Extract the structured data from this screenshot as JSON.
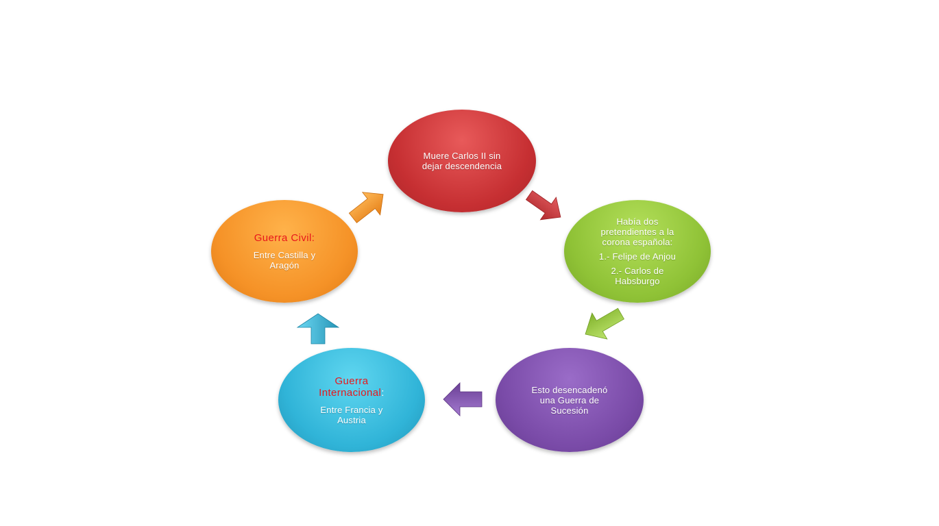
{
  "diagram": {
    "nodes": [
      {
        "id": "node-1",
        "title": "",
        "lines": [
          "Muere Carlos II sin",
          "dejar descendencia"
        ],
        "color": "#c62f32"
      },
      {
        "id": "node-2",
        "title": "",
        "lines": [
          "Había dos",
          "pretendientes a la",
          "corona española:",
          "",
          "1.- Felipe de Anjou",
          "",
          "2.- Carlos de",
          "Habsburgo"
        ],
        "color": "#8fc236"
      },
      {
        "id": "node-3",
        "title": "",
        "lines": [
          "Esto desencadenó",
          "una Guerra de",
          "Sucesión"
        ],
        "color": "#7a4ba8"
      },
      {
        "id": "node-4",
        "title_lines": [
          "Guerra",
          "Internacional"
        ],
        "title_suffix": ":",
        "lines": [
          "Entre Francia y",
          "Austria"
        ],
        "color": "#30b4d8"
      },
      {
        "id": "node-5",
        "title_lines": [
          "Guerra Civil:"
        ],
        "title_suffix": "",
        "lines": [
          "Entre Castilla y",
          "Aragón"
        ],
        "color": "#f59227"
      }
    ],
    "highlight_color": "#e8161b",
    "arrow_colors": {
      "red": "#d23b3e",
      "green": "#9ccd45",
      "purple": "#8a5bb8",
      "cyan": "#3cbcdc",
      "orange": "#f79a32"
    }
  }
}
